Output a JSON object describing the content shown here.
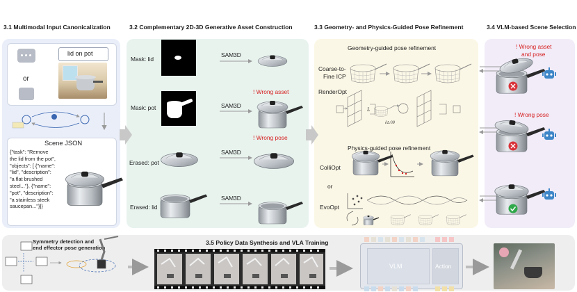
{
  "sections": {
    "s1": {
      "title": "3.1 Multimodal Input Canonicalization"
    },
    "s2": {
      "title": "3.2 Complementary 2D-3D Generative Asset Construction"
    },
    "s3": {
      "title": "3.3 Geometry- and Physics-Guided Pose Refinement"
    },
    "s4": {
      "title": "3.4 VLM-based Scene Selection"
    },
    "s5": {
      "title": "3.5 Policy Data Synthesis and VLA Training"
    }
  },
  "input": {
    "prompt": "lid on pot",
    "or": "or",
    "scene_json_title": "Scene JSON",
    "scene_json_text": "{\"task\": \"Remove the lid from the pot\", \"objects\": [ {\"name\": \"lid\", \"description\": \"a flat brushed steel...\"}, {\"name\": \"pot\", \"description\": \"a stainless steek saucepan...\"}]}"
  },
  "assets": {
    "rows": [
      {
        "label": "Mask: lid",
        "model": "SAM3D",
        "warning": ""
      },
      {
        "label": "Mask: pot",
        "model": "SAM3D",
        "warning": "! Wrong asset"
      },
      {
        "label": "Erased: pot",
        "model": "SAM3D",
        "warning": "! Wrong pose"
      },
      {
        "label": "Erased: lid",
        "model": "SAM3D",
        "warning": ""
      }
    ]
  },
  "refine": {
    "geometry_title": "Geometry-guided pose refinement",
    "icp_label_1": "Coarse-to-",
    "icp_label_2": "Fine ICP",
    "renderopt_label": "RenderOpt",
    "physics_title": "Physics-guided pose refinement",
    "colliopt_label": "ColliOpt",
    "or": "or",
    "evoopt_label": "EvoOpt"
  },
  "selection": {
    "w1_line1": "! Wrong asset",
    "w1_line2": "and pose",
    "w2": "! Wrong pose"
  },
  "bottom": {
    "symmetry_line1": "Symmetry detection and",
    "symmetry_line2": "end effector pose generation",
    "vlm_label": "VLM",
    "action_label": "Action"
  },
  "colors": {
    "panel_blue": "#e9eef9",
    "panel_green": "#e8f3ee",
    "panel_yellow": "#fbf7e6",
    "panel_purple": "#f1ecf8",
    "panel_gray": "#eeeeee",
    "warning_red": "#d62020",
    "robot_blue": "#3d86c8",
    "ok_green": "#2fa84a",
    "fail_red": "#d9333a"
  }
}
